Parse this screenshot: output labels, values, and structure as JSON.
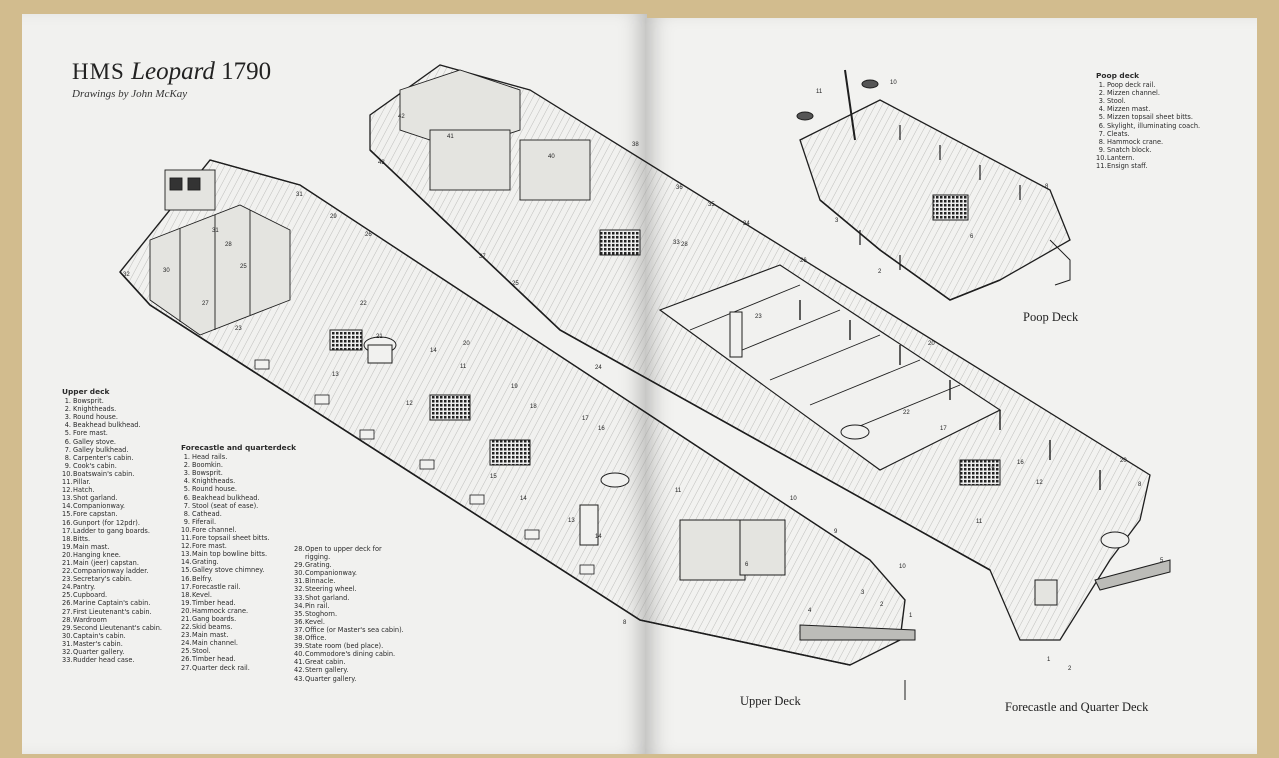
{
  "title": {
    "prefix": "HMS",
    "ship": "Leopard",
    "year": "1790"
  },
  "credit": "Drawings by John McKay",
  "captions": {
    "upper_deck": "Upper Deck",
    "forecastle_quarter_deck": "Forecastle and Quarter Deck",
    "poop_deck": "Poop Deck"
  },
  "legends": {
    "upper_deck": {
      "heading": "Upper deck",
      "items": [
        {
          "n": "1.",
          "t": "Bowsprit."
        },
        {
          "n": "2.",
          "t": "Knightheads."
        },
        {
          "n": "3.",
          "t": "Round house."
        },
        {
          "n": "4.",
          "t": "Beakhead bulkhead."
        },
        {
          "n": "5.",
          "t": "Fore mast."
        },
        {
          "n": "6.",
          "t": "Galley stove."
        },
        {
          "n": "7.",
          "t": "Galley bulkhead."
        },
        {
          "n": "8.",
          "t": "Carpenter's cabin."
        },
        {
          "n": "9.",
          "t": "Cook's cabin."
        },
        {
          "n": "10.",
          "t": "Boatswain's cabin."
        },
        {
          "n": "11.",
          "t": "Pillar."
        },
        {
          "n": "12.",
          "t": "Hatch."
        },
        {
          "n": "13.",
          "t": "Shot garland."
        },
        {
          "n": "14.",
          "t": "Companionway."
        },
        {
          "n": "15.",
          "t": "Fore capstan."
        },
        {
          "n": "16.",
          "t": "Gunport (for 12pdr)."
        },
        {
          "n": "17.",
          "t": "Ladder to gang boards."
        },
        {
          "n": "18.",
          "t": "Bitts."
        },
        {
          "n": "19.",
          "t": "Main mast."
        },
        {
          "n": "20.",
          "t": "Hanging knee."
        },
        {
          "n": "21.",
          "t": "Main (jeer) capstan."
        },
        {
          "n": "22.",
          "t": "Companionway ladder."
        },
        {
          "n": "23.",
          "t": "Secretary's cabin."
        },
        {
          "n": "24.",
          "t": "Pantry."
        },
        {
          "n": "25.",
          "t": "Cupboard."
        },
        {
          "n": "26.",
          "t": "Marine Captain's cabin."
        },
        {
          "n": "27.",
          "t": "First Lieutenant's cabin."
        },
        {
          "n": "28.",
          "t": "Wardroom"
        },
        {
          "n": "29.",
          "t": "Second Lieutenant's cabin."
        },
        {
          "n": "30.",
          "t": "Captain's cabin."
        },
        {
          "n": "31.",
          "t": "Master's cabin."
        },
        {
          "n": "32.",
          "t": "Quarter gallery."
        },
        {
          "n": "33.",
          "t": "Rudder head case."
        }
      ]
    },
    "forecastle": {
      "heading": "Forecastle and quarterdeck",
      "items": [
        {
          "n": "1.",
          "t": "Head rails."
        },
        {
          "n": "2.",
          "t": "Boomkin."
        },
        {
          "n": "3.",
          "t": "Bowsprit."
        },
        {
          "n": "4.",
          "t": "Knightheads."
        },
        {
          "n": "5.",
          "t": "Round house."
        },
        {
          "n": "6.",
          "t": "Beakhead bulkhead."
        },
        {
          "n": "7.",
          "t": "Stool (seat of ease)."
        },
        {
          "n": "8.",
          "t": "Cathead."
        },
        {
          "n": "9.",
          "t": "Fiferail."
        },
        {
          "n": "10.",
          "t": "Fore channel."
        },
        {
          "n": "11.",
          "t": "Fore topsail sheet bitts."
        },
        {
          "n": "12.",
          "t": "Fore mast."
        },
        {
          "n": "13.",
          "t": "Main top bowline bitts."
        },
        {
          "n": "14.",
          "t": "Grating."
        },
        {
          "n": "15.",
          "t": "Galley stove chimney."
        },
        {
          "n": "16.",
          "t": "Belfry."
        },
        {
          "n": "17.",
          "t": "Forecastle rail."
        },
        {
          "n": "18.",
          "t": "Kevel."
        },
        {
          "n": "19.",
          "t": "Timber head."
        },
        {
          "n": "20.",
          "t": "Hammock crane."
        },
        {
          "n": "21.",
          "t": "Gang boards."
        },
        {
          "n": "22.",
          "t": "Skid beams."
        },
        {
          "n": "23.",
          "t": "Main mast."
        },
        {
          "n": "24.",
          "t": "Main channel."
        },
        {
          "n": "25.",
          "t": "Stool."
        },
        {
          "n": "26.",
          "t": "Timber head."
        },
        {
          "n": "27.",
          "t": "Quarter deck rail."
        }
      ]
    },
    "forecastle_cont": {
      "items": [
        {
          "n": "28.",
          "t": "Open to upper deck for"
        },
        {
          "n": "",
          "t": "rigging."
        },
        {
          "n": "29.",
          "t": "Grating."
        },
        {
          "n": "30.",
          "t": "Companionway."
        },
        {
          "n": "31.",
          "t": "Binnacle."
        },
        {
          "n": "32.",
          "t": "Steering wheel."
        },
        {
          "n": "33.",
          "t": "Shot garland."
        },
        {
          "n": "34.",
          "t": "Pin rail."
        },
        {
          "n": "35.",
          "t": "Stoghorn."
        },
        {
          "n": "36.",
          "t": "Kevel."
        },
        {
          "n": "37.",
          "t": "Office (or Master's sea cabin)."
        },
        {
          "n": "38.",
          "t": "Office."
        },
        {
          "n": "39.",
          "t": "State room (bed place)."
        },
        {
          "n": "40.",
          "t": "Commodore's dining cabin."
        },
        {
          "n": "41.",
          "t": "Great cabin."
        },
        {
          "n": "42.",
          "t": "Stern gallery."
        },
        {
          "n": "43.",
          "t": "Quarter gallery."
        }
      ]
    },
    "poop_deck": {
      "heading": "Poop deck",
      "items": [
        {
          "n": "1.",
          "t": "Poop deck rail."
        },
        {
          "n": "2.",
          "t": "Mizzen channel."
        },
        {
          "n": "3.",
          "t": "Stool."
        },
        {
          "n": "4.",
          "t": "Mizzen mast."
        },
        {
          "n": "5.",
          "t": "Mizzen topsail sheet bitts."
        },
        {
          "n": "6.",
          "t": "Skylight, illuminating coach."
        },
        {
          "n": "7.",
          "t": "Cleats."
        },
        {
          "n": "8.",
          "t": "Hammock crane."
        },
        {
          "n": "9.",
          "t": "Snatch block."
        },
        {
          "n": "10.",
          "t": "Lantern."
        },
        {
          "n": "11.",
          "t": "Ensign staff."
        }
      ]
    }
  },
  "colors": {
    "paper": "#f1f1ef",
    "ink": "#1e1e1e",
    "cover": "#d2bc8e"
  }
}
